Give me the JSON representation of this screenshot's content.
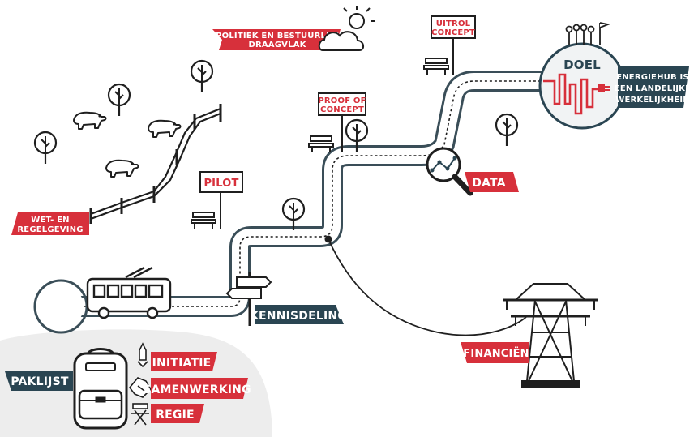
{
  "labels": {
    "politiek_line1": "POLITIEK EN BESTUURLIJK",
    "politiek_line2": "DRAAGVLAK",
    "uitrol_line1": "UITROL",
    "uitrol_line2": "CONCEPT",
    "doel": "DOEL",
    "energiehub_line1": "ENERGIEHUB IS",
    "energiehub_line2": "EEN LANDELIJKE",
    "energiehub_line3": "WERKELIJKHEID",
    "proof_line1": "PROOF OF",
    "proof_line2": "CONCEPT",
    "data": "DATA",
    "pilot": "PILOT",
    "wet_line1": "WET- EN",
    "wet_line2": "REGELGEVING",
    "kennisdeling": "KENNISDELING",
    "financien": "FINANCIËN",
    "paklijst": "PAKLIJST",
    "initiatie": "INITIATIE",
    "samenwerking": "SAMENWERKING",
    "regie": "REGIE"
  },
  "colors": {
    "red": "#d7303b",
    "navy": "#2a4552",
    "dark": "#1f1f1f",
    "road": "#3a4e58",
    "light_gray": "#ededed"
  }
}
